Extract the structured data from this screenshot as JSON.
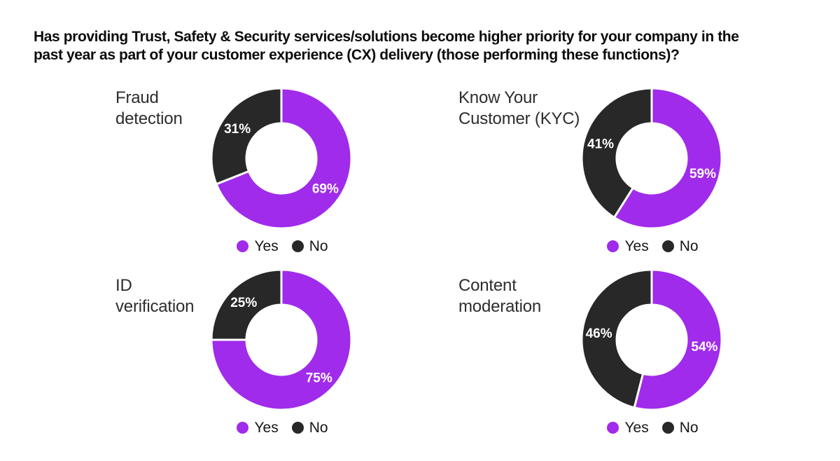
{
  "question": "Has providing Trust, Safety & Security services/solutions become higher priority for your company in the past year as part of your customer experience (CX) delivery (those performing these functions)?",
  "question_lines": [
    "Has providing Trust, Safety & Security services/solutions become higher priority for your company in the",
    "past year as part of your customer experience (CX) delivery (those performing these functions)?"
  ],
  "colors": {
    "yes": "#A02BEB",
    "no": "#282828",
    "value_label": "#ffffff",
    "title_text": "#0c0c0c",
    "label_text": "#2d2d2d",
    "background": "#ffffff"
  },
  "chart_data": [
    {
      "type": "pie",
      "donut": true,
      "title": "Fraud detection",
      "label_lines": [
        "Fraud",
        "detection"
      ],
      "categories": [
        "Yes",
        "No"
      ],
      "values": [
        69,
        31
      ],
      "value_labels": [
        "69%",
        "31%"
      ],
      "start_angle": 0,
      "direction": "clockwise",
      "legend_position": "bottom"
    },
    {
      "type": "pie",
      "donut": true,
      "title": "Know Your Customer (KYC)",
      "label_lines": [
        "Know Your",
        "Customer (KYC)"
      ],
      "categories": [
        "Yes",
        "No"
      ],
      "values": [
        59,
        41
      ],
      "value_labels": [
        "59%",
        "41%"
      ],
      "start_angle": 0,
      "direction": "clockwise",
      "legend_position": "bottom"
    },
    {
      "type": "pie",
      "donut": true,
      "title": "ID verification",
      "label_lines": [
        "ID",
        "verification"
      ],
      "categories": [
        "Yes",
        "No"
      ],
      "values": [
        75,
        25
      ],
      "value_labels": [
        "75%",
        "25%"
      ],
      "start_angle": 0,
      "direction": "clockwise",
      "legend_position": "bottom"
    },
    {
      "type": "pie",
      "donut": true,
      "title": "Content moderation",
      "label_lines": [
        "Content",
        "moderation"
      ],
      "categories": [
        "Yes",
        "No"
      ],
      "values": [
        54,
        46
      ],
      "value_labels": [
        "54%",
        "46%"
      ],
      "start_angle": 0,
      "direction": "clockwise",
      "legend_position": "bottom"
    }
  ]
}
